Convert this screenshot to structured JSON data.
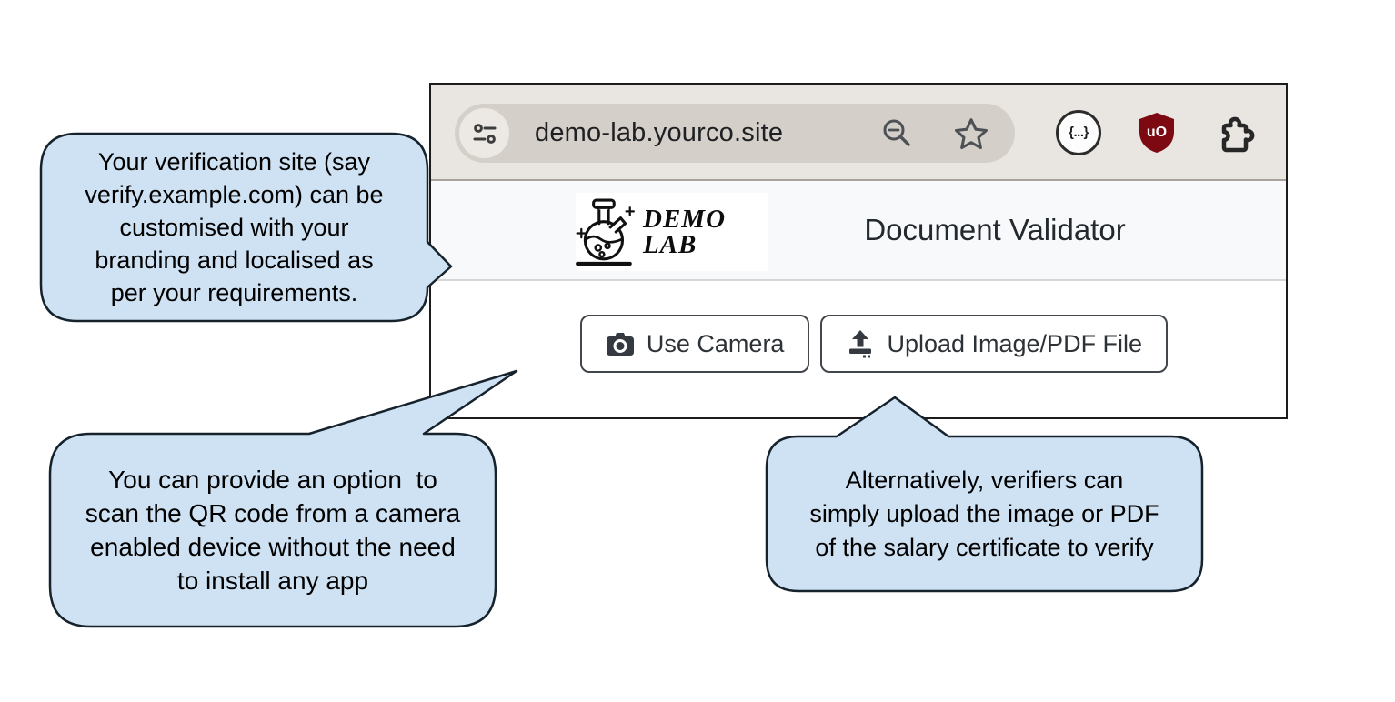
{
  "browser": {
    "url_bar": {
      "url": "demo-lab.yourco.site"
    },
    "extensions": {
      "json_badge": "{...}",
      "ublock_badge": "uO"
    }
  },
  "app": {
    "logo": {
      "line1": "DEMO",
      "line2": "LAB"
    },
    "title": "Document Validator",
    "actions": {
      "use_camera": "Use Camera",
      "upload": "Upload Image/PDF File"
    }
  },
  "callouts": {
    "top_left": {
      "lines": [
        "Your verification site (say",
        "verify.example.com) can be",
        "customised with your",
        "branding and localised as",
        "per your requirements."
      ]
    },
    "bottom_left": {
      "lines": [
        "You can provide an option  to",
        "scan the QR code from a camera",
        "enabled device without the need",
        "to install any app"
      ]
    },
    "bottom_right": {
      "lines": [
        "Alternatively, verifiers can",
        "simply upload the image or PDF",
        "of the salary certificate to verify"
      ]
    }
  },
  "colors": {
    "callout_fill": "#cfe2f3",
    "callout_border": "#16222c",
    "chrome_bg": "#e9e5e0",
    "pill_bg": "#d4cfc9",
    "header_bg": "#f8f9fa",
    "ublock_red": "#7d0a12",
    "icon_gray": "#4d5156",
    "window_border": "#1c1c1c"
  }
}
